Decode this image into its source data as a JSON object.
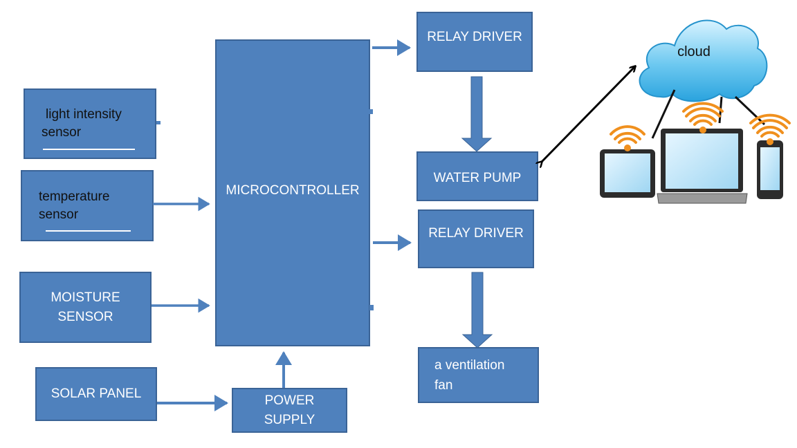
{
  "blocks": {
    "light_sensor": [
      "light intensity",
      "sensor"
    ],
    "temp_sensor": [
      "temperature",
      "sensor"
    ],
    "moisture_sensor": [
      "MOISTURE",
      "SENSOR"
    ],
    "solar_panel": "SOLAR PANEL",
    "power_supply": [
      "POWER",
      "SUPPLY"
    ],
    "microcontroller": "MICROCONTROLLER",
    "relay_driver_1": "RELAY DRIVER",
    "water_pump": "WATER PUMP",
    "relay_driver_2": "RELAY DRIVER",
    "ventilation_fan": [
      "a ventilation",
      "fan"
    ]
  },
  "cloud": {
    "label": "cloud",
    "devices": [
      "tablet",
      "laptop",
      "smartphone"
    ],
    "wifi_color": "#f0901e"
  },
  "colors": {
    "block_fill": "#4f81bd",
    "block_border": "#3a6396",
    "arrow": "#4f81bd",
    "cloud": "#3fb4e6"
  }
}
